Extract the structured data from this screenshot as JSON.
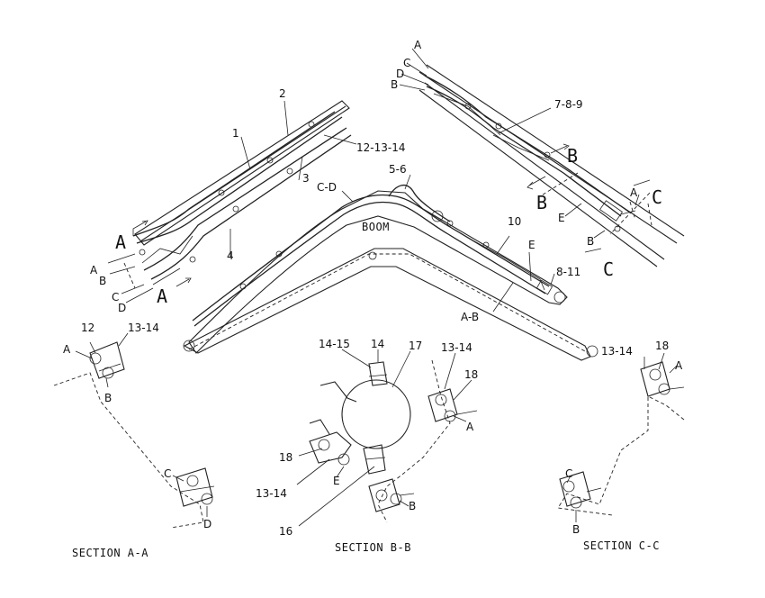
{
  "boom_label": "BOOM",
  "sections": {
    "aa": "SECTION A-A",
    "bb": "SECTION B-B",
    "cc": "SECTION C-C"
  },
  "stick": {
    "c1": "1",
    "c2": "2",
    "c3": "3",
    "c4": "4",
    "c12": "12-13-14",
    "A_left": "A",
    "A_right": "A",
    "A_small": "A",
    "B_small": "B",
    "C_small": "C",
    "D_small": "D"
  },
  "boom": {
    "cd": "C-D",
    "c56": "5-6",
    "c10": "10",
    "E": "E",
    "c811": "8-11",
    "ab": "A-B"
  },
  "upper": {
    "A": "A",
    "C": "C",
    "D": "D",
    "B": "B",
    "c789": "7-8-9",
    "B_big1": "B",
    "B_big2": "B",
    "C_big1": "C",
    "C_big2": "C",
    "A_small": "A",
    "E": "E",
    "B_small": "B"
  },
  "sec_aa": {
    "c12": "12",
    "c1314": "13-14",
    "A": "A",
    "B": "B",
    "C": "C",
    "D": "D"
  },
  "sec_bb": {
    "c1415": "14-15",
    "c14": "14",
    "c17": "17",
    "c1314a": "13-14",
    "c18a": "18",
    "A": "A",
    "c18b": "18",
    "E": "E",
    "c1314b": "13-14",
    "c16": "16",
    "B": "B"
  },
  "sec_cc": {
    "c1314": "13-14",
    "c18": "18",
    "A": "A",
    "C": "C",
    "B": "B"
  }
}
